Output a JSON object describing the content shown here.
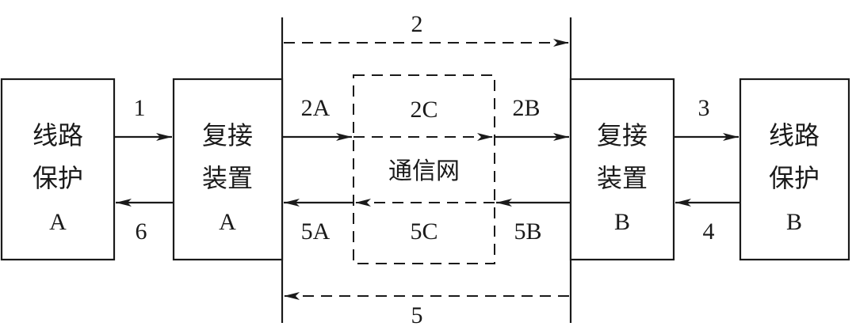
{
  "blocks": {
    "protection_a": {
      "line1": "线路",
      "line2": "保护",
      "line3": "A"
    },
    "mux_a": {
      "line1": "复接",
      "line2": "装置",
      "line3": "A"
    },
    "network": {
      "label": "通信网",
      "top": "2C",
      "bottom": "5C"
    },
    "mux_b": {
      "line1": "复接",
      "line2": "装置",
      "line3": "B"
    },
    "protection_b": {
      "line1": "线路",
      "line2": "保护",
      "line3": "B"
    }
  },
  "labels": {
    "l1": "1",
    "l2": "2",
    "l2a": "2A",
    "l2b": "2B",
    "l3": "3",
    "l4": "4",
    "l5": "5",
    "l5a": "5A",
    "l5b": "5B",
    "l6": "6"
  }
}
